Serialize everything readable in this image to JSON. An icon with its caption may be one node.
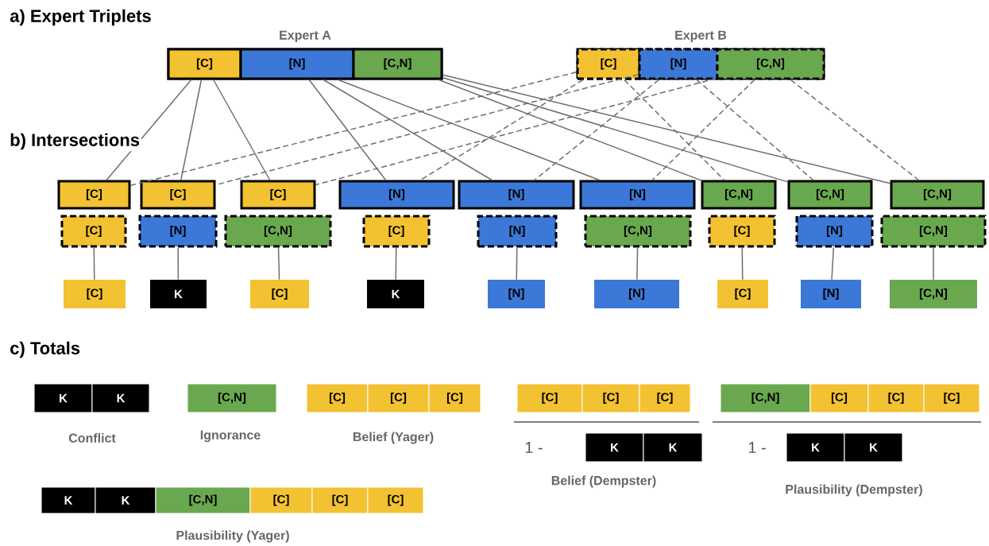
{
  "diagram": {
    "nodes": [
      {
        "text": [
          "Expert A"
        ]
      },
      {
        "text": [
          "[C]"
        ],
        "in": 0
      },
      {
        "text": [
          "[N]"
        ],
        "in": 0
      },
      {
        "text": [
          "[C,N]"
        ],
        "in": 0
      },
      {
        "text": [
          "Expert B"
        ]
      },
      {
        "text": [
          "[C]"
        ],
        "in": 4
      },
      {
        "text": [
          "[N]"
        ],
        "in": 4
      },
      {
        "text": [
          "[C,N]"
        ],
        "in": 4
      },
      {
        "text": [
          "[C]"
        ]
      },
      {
        "text": [
          "[C]"
        ]
      },
      {
        "text": [
          "[C]"
        ]
      },
      {
        "text": [
          "[C]"
        ]
      },
      {
        "text": [
          "[N]"
        ]
      },
      {
        "text": [
          "K"
        ]
      },
      {
        "text": [
          "[C]"
        ]
      },
      {
        "text": [
          "[C,N]"
        ]
      },
      {
        "text": [
          "[C]"
        ]
      },
      {
        "text": [
          "[N]"
        ]
      },
      {
        "text": [
          "[C]"
        ]
      },
      {
        "text": [
          "K"
        ]
      },
      {
        "text": [
          "[N]"
        ]
      },
      {
        "text": [
          "[N]"
        ]
      },
      {
        "text": [
          "[N]"
        ]
      },
      {
        "text": [
          "[N]"
        ]
      },
      {
        "text": [
          "[C,N]"
        ]
      },
      {
        "text": [
          "[N]"
        ]
      },
      {
        "text": [
          "[C,N]"
        ]
      },
      {
        "text": [
          "[C]"
        ]
      },
      {
        "text": [
          "[C]"
        ]
      },
      {
        "text": [
          "[C,N]"
        ]
      },
      {
        "text": [
          "[N]"
        ]
      },
      {
        "text": [
          "[N]"
        ]
      },
      {
        "text": [
          "[C,N]"
        ]
      },
      {
        "text": [
          "[C,N]"
        ]
      },
      {
        "text": [
          "[C,N]"
        ]
      },
      {
        "text": [
          "K"
        ]
      },
      {
        "text": [
          "K"
        ]
      },
      {
        "text": [
          "[C,N]"
        ]
      },
      {
        "text": [
          "[C]"
        ]
      },
      {
        "text": [
          "[C]"
        ]
      },
      {
        "text": [
          "[C]"
        ]
      },
      {
        "text": [
          "K"
        ]
      },
      {
        "text": [
          "K"
        ]
      },
      {
        "text": [
          "[C,N]"
        ]
      },
      {
        "text": [
          "[C]"
        ]
      },
      {
        "text": [
          "[C]"
        ]
      },
      {
        "text": [
          "[C]"
        ]
      },
      {
        "text": [
          "[C]"
        ]
      },
      {
        "text": [
          "[C]"
        ]
      },
      {
        "text": [
          "[C]"
        ]
      },
      {
        "text": [
          "K"
        ]
      },
      {
        "text": [
          "K"
        ]
      },
      {
        "text": [
          "[C,N]"
        ]
      },
      {
        "text": [
          "[C]"
        ]
      },
      {
        "text": [
          "[C]"
        ]
      },
      {
        "text": [
          "[C]"
        ]
      },
      {
        "text": [
          "K"
        ]
      },
      {
        "text": [
          "K"
        ]
      }
    ],
    "edges": [
      {
        "from": 1,
        "to": 8,
        "arrow": "none"
      },
      {
        "from": 1,
        "to": 11,
        "arrow": "none"
      },
      {
        "from": 1,
        "to": 14,
        "arrow": "none"
      },
      {
        "from": 2,
        "to": 17,
        "arrow": "none"
      },
      {
        "from": 2,
        "to": 20,
        "arrow": "none"
      },
      {
        "from": 2,
        "to": 23,
        "arrow": "none"
      },
      {
        "from": 3,
        "to": 26,
        "arrow": "none"
      },
      {
        "from": 3,
        "to": 29,
        "arrow": "none"
      },
      {
        "from": 3,
        "to": 32,
        "arrow": "none"
      },
      {
        "from": 5,
        "to": 8,
        "arrow": "none",
        "style": "dashed"
      },
      {
        "from": 6,
        "to": 11,
        "arrow": "none",
        "style": "dashed"
      },
      {
        "from": 7,
        "to": 14,
        "arrow": "none",
        "style": "dashed"
      },
      {
        "from": 5,
        "to": 17,
        "arrow": "none",
        "style": "dashed"
      },
      {
        "from": 6,
        "to": 20,
        "arrow": "none",
        "style": "dashed"
      },
      {
        "from": 7,
        "to": 23,
        "arrow": "none",
        "style": "dashed"
      },
      {
        "from": 5,
        "to": 26,
        "arrow": "none",
        "style": "dashed"
      },
      {
        "from": 6,
        "to": 29,
        "arrow": "none",
        "style": "dashed"
      },
      {
        "from": 7,
        "to": 32,
        "arrow": "none",
        "style": "dashed"
      },
      {
        "from": 9,
        "to": 10,
        "arrow": "none"
      },
      {
        "from": 12,
        "to": 13,
        "arrow": "none"
      },
      {
        "from": 15,
        "to": 16,
        "arrow": "none"
      },
      {
        "from": 18,
        "to": 19,
        "arrow": "none"
      },
      {
        "from": 21,
        "to": 22,
        "arrow": "none"
      },
      {
        "from": 24,
        "to": 25,
        "arrow": "none"
      },
      {
        "from": 27,
        "to": 28,
        "arrow": "none"
      },
      {
        "from": 30,
        "to": 31,
        "arrow": "none"
      },
      {
        "from": 33,
        "to": 34,
        "arrow": "none"
      }
    ],
    "labels": [
      "a) Expert Triplets",
      "b) Intersections",
      "c) Totals",
      "Conflict",
      "Ignorance",
      "Belief (Yager)",
      "Plausibility (Yager)",
      "1 -",
      "Belief (Dempster)",
      "1 -",
      "Plausibility (Dempster)"
    ]
  }
}
